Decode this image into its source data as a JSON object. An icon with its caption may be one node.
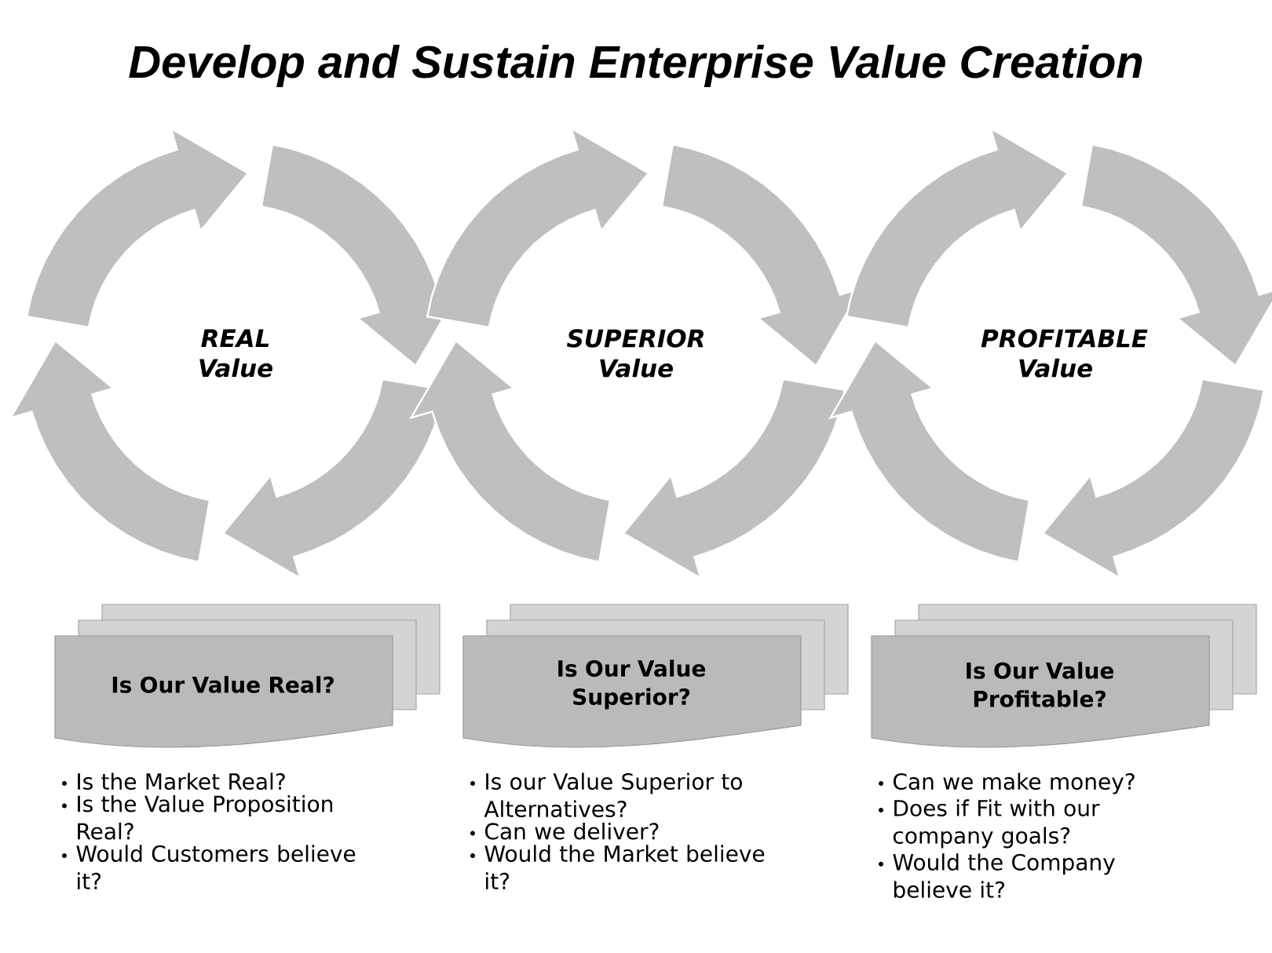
{
  "diagram": {
    "title": "Develop and Sustain Enterprise Value Creation",
    "nodes": [
      {
        "text": [
          "REAL Value"
        ]
      },
      {
        "text": [
          "SUPERIOR Value"
        ]
      },
      {
        "text": [
          "PROFITABLE Value"
        ]
      },
      {
        "text": [
          "Is Our Value Real?"
        ],
        "beside": [
          "Is the Market Real?",
          "Is the Value Proposition Real?",
          "Would Customers believe it?"
        ]
      },
      {
        "text": [
          "Is Our Value Superior?"
        ],
        "beside": [
          "Is our Value Superior to Alternatives?",
          "Can we deliver?",
          "Would the Market believe it?"
        ]
      },
      {
        "text": [
          "Is Our Value Profitable?"
        ],
        "beside": [
          "Can we make money?",
          "Does if Fit with our company goals?",
          "Would the Company believe it?"
        ]
      }
    ]
  }
}
